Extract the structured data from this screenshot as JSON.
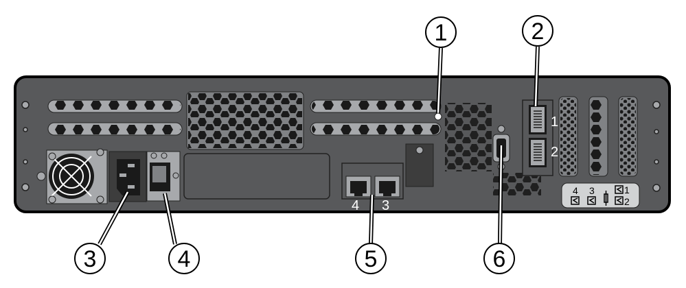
{
  "callouts": [
    "1",
    "2",
    "3",
    "4",
    "5",
    "6"
  ],
  "usb_port_labels": [
    "1",
    "2"
  ],
  "ethernet_port_labels": [
    "4",
    "3"
  ],
  "label_plate": {
    "left_ports": [
      "4",
      "3"
    ],
    "right_ports": [
      "1",
      "2"
    ]
  },
  "colors": {
    "chassis": "#58595b",
    "outline": "#000000",
    "light_panel": "#a7a9ac",
    "vent_bg": "#808285"
  }
}
